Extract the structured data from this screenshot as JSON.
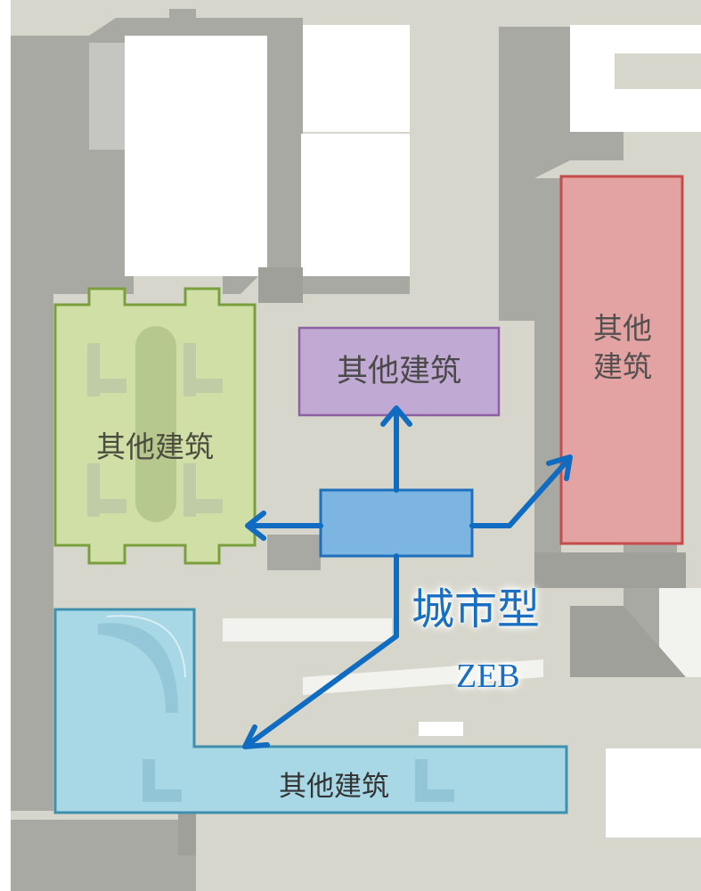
{
  "diagram": {
    "central_building": {
      "title": "城市型",
      "subtitle": "ZEB",
      "color": "#7cb5e2"
    },
    "other_buildings": [
      {
        "id": "north",
        "label": "其他建筑",
        "color": "#c0a9d2"
      },
      {
        "id": "west",
        "label": "其他建筑",
        "color": "#cfdfa6"
      },
      {
        "id": "east",
        "label_line1": "其他",
        "label_line2": "建筑",
        "color": "#e4a3a3"
      },
      {
        "id": "south",
        "label": "其他建筑",
        "color": "#a8d8e6"
      }
    ],
    "arrow_color": "#0f6cc0",
    "map_colors": {
      "ground": "#d6d6cc",
      "shadow": "#a9a9a4",
      "building_top": "#ffffff",
      "path": "#f2f2ef"
    }
  }
}
